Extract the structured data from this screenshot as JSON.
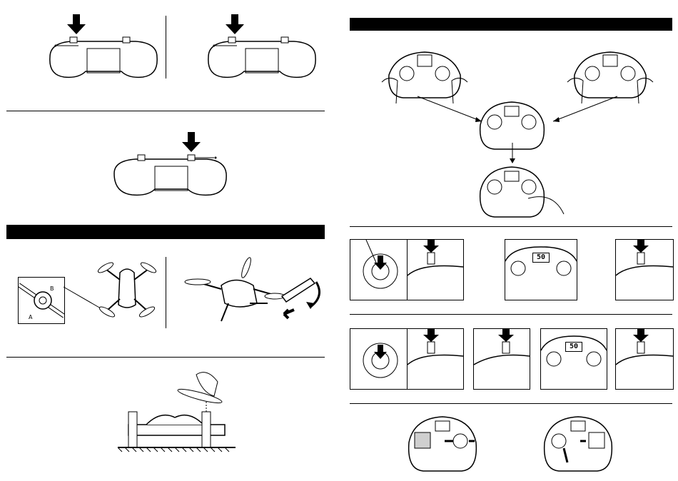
{
  "manual": {
    "left_page": {
      "sections": [
        {
          "id": "trim-sticks",
          "figures": [
            "controller-trim-left-press",
            "controller-trim-right-press",
            "controller-trim-center-press"
          ]
        },
        {
          "id": "propeller-guards",
          "header_text": "",
          "figures": [
            "guard-detail",
            "drone-top-view",
            "drone-perspective-wrench"
          ]
        },
        {
          "id": "propeller-install",
          "figures": [
            "drone-side-view-propeller"
          ]
        }
      ]
    },
    "right_page": {
      "header_text": "",
      "calibration": {
        "lcd_readout_1": "50",
        "lcd_readout_2": "50"
      }
    },
    "icons": [
      "down-arrow-icon",
      "curved-arrow-icon",
      "straight-arrow-icon"
    ],
    "colors": {
      "ink": "#000000",
      "paper": "#ffffff",
      "shade": "#cfcfcf"
    }
  }
}
